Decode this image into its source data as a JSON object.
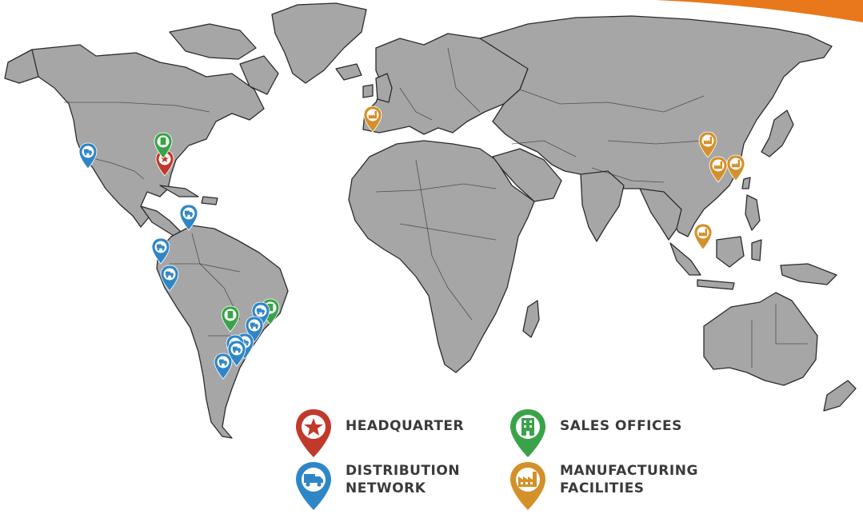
{
  "colors": {
    "land": "#a6a6a6",
    "border": "#2b2b2b",
    "headquarter": "#c0392b",
    "sales": "#3aa349",
    "distribution": "#2f86c6",
    "manufacturing": "#d4902a",
    "accent_corner": "#e8781b"
  },
  "legend": {
    "headquarter": {
      "label": "HEADQUARTER",
      "icon": "star-icon"
    },
    "sales": {
      "label": "SALES OFFICES",
      "icon": "building-icon"
    },
    "distribution": {
      "label_line1": "DISTRIBUTION",
      "label_line2": "NETWORK",
      "icon": "truck-icon"
    },
    "manufacturing": {
      "label_line1": "MANUFACTURING",
      "label_line2": "FACILITIES",
      "icon": "factory-icon"
    }
  },
  "markers": [
    {
      "category": "headquarter",
      "region": "southeast-usa"
    },
    {
      "category": "sales",
      "region": "eastern-usa"
    },
    {
      "category": "distribution",
      "region": "northwest-mexico"
    },
    {
      "category": "distribution",
      "region": "venezuela"
    },
    {
      "category": "distribution",
      "region": "ecuador"
    },
    {
      "category": "distribution",
      "region": "peru"
    },
    {
      "category": "sales",
      "region": "central-brazil"
    },
    {
      "category": "sales",
      "region": "eastern-brazil"
    },
    {
      "category": "distribution",
      "region": "southeast-brazil-1"
    },
    {
      "category": "distribution",
      "region": "southeast-brazil-2"
    },
    {
      "category": "distribution",
      "region": "southeast-brazil-3"
    },
    {
      "category": "distribution",
      "region": "southern-brazil-1"
    },
    {
      "category": "distribution",
      "region": "southern-brazil-2"
    },
    {
      "category": "distribution",
      "region": "northern-argentina"
    },
    {
      "category": "manufacturing",
      "region": "iberia"
    },
    {
      "category": "manufacturing",
      "region": "northern-china"
    },
    {
      "category": "manufacturing",
      "region": "eastern-china"
    },
    {
      "category": "manufacturing",
      "region": "southeast-china"
    },
    {
      "category": "manufacturing",
      "region": "malaysia"
    }
  ]
}
